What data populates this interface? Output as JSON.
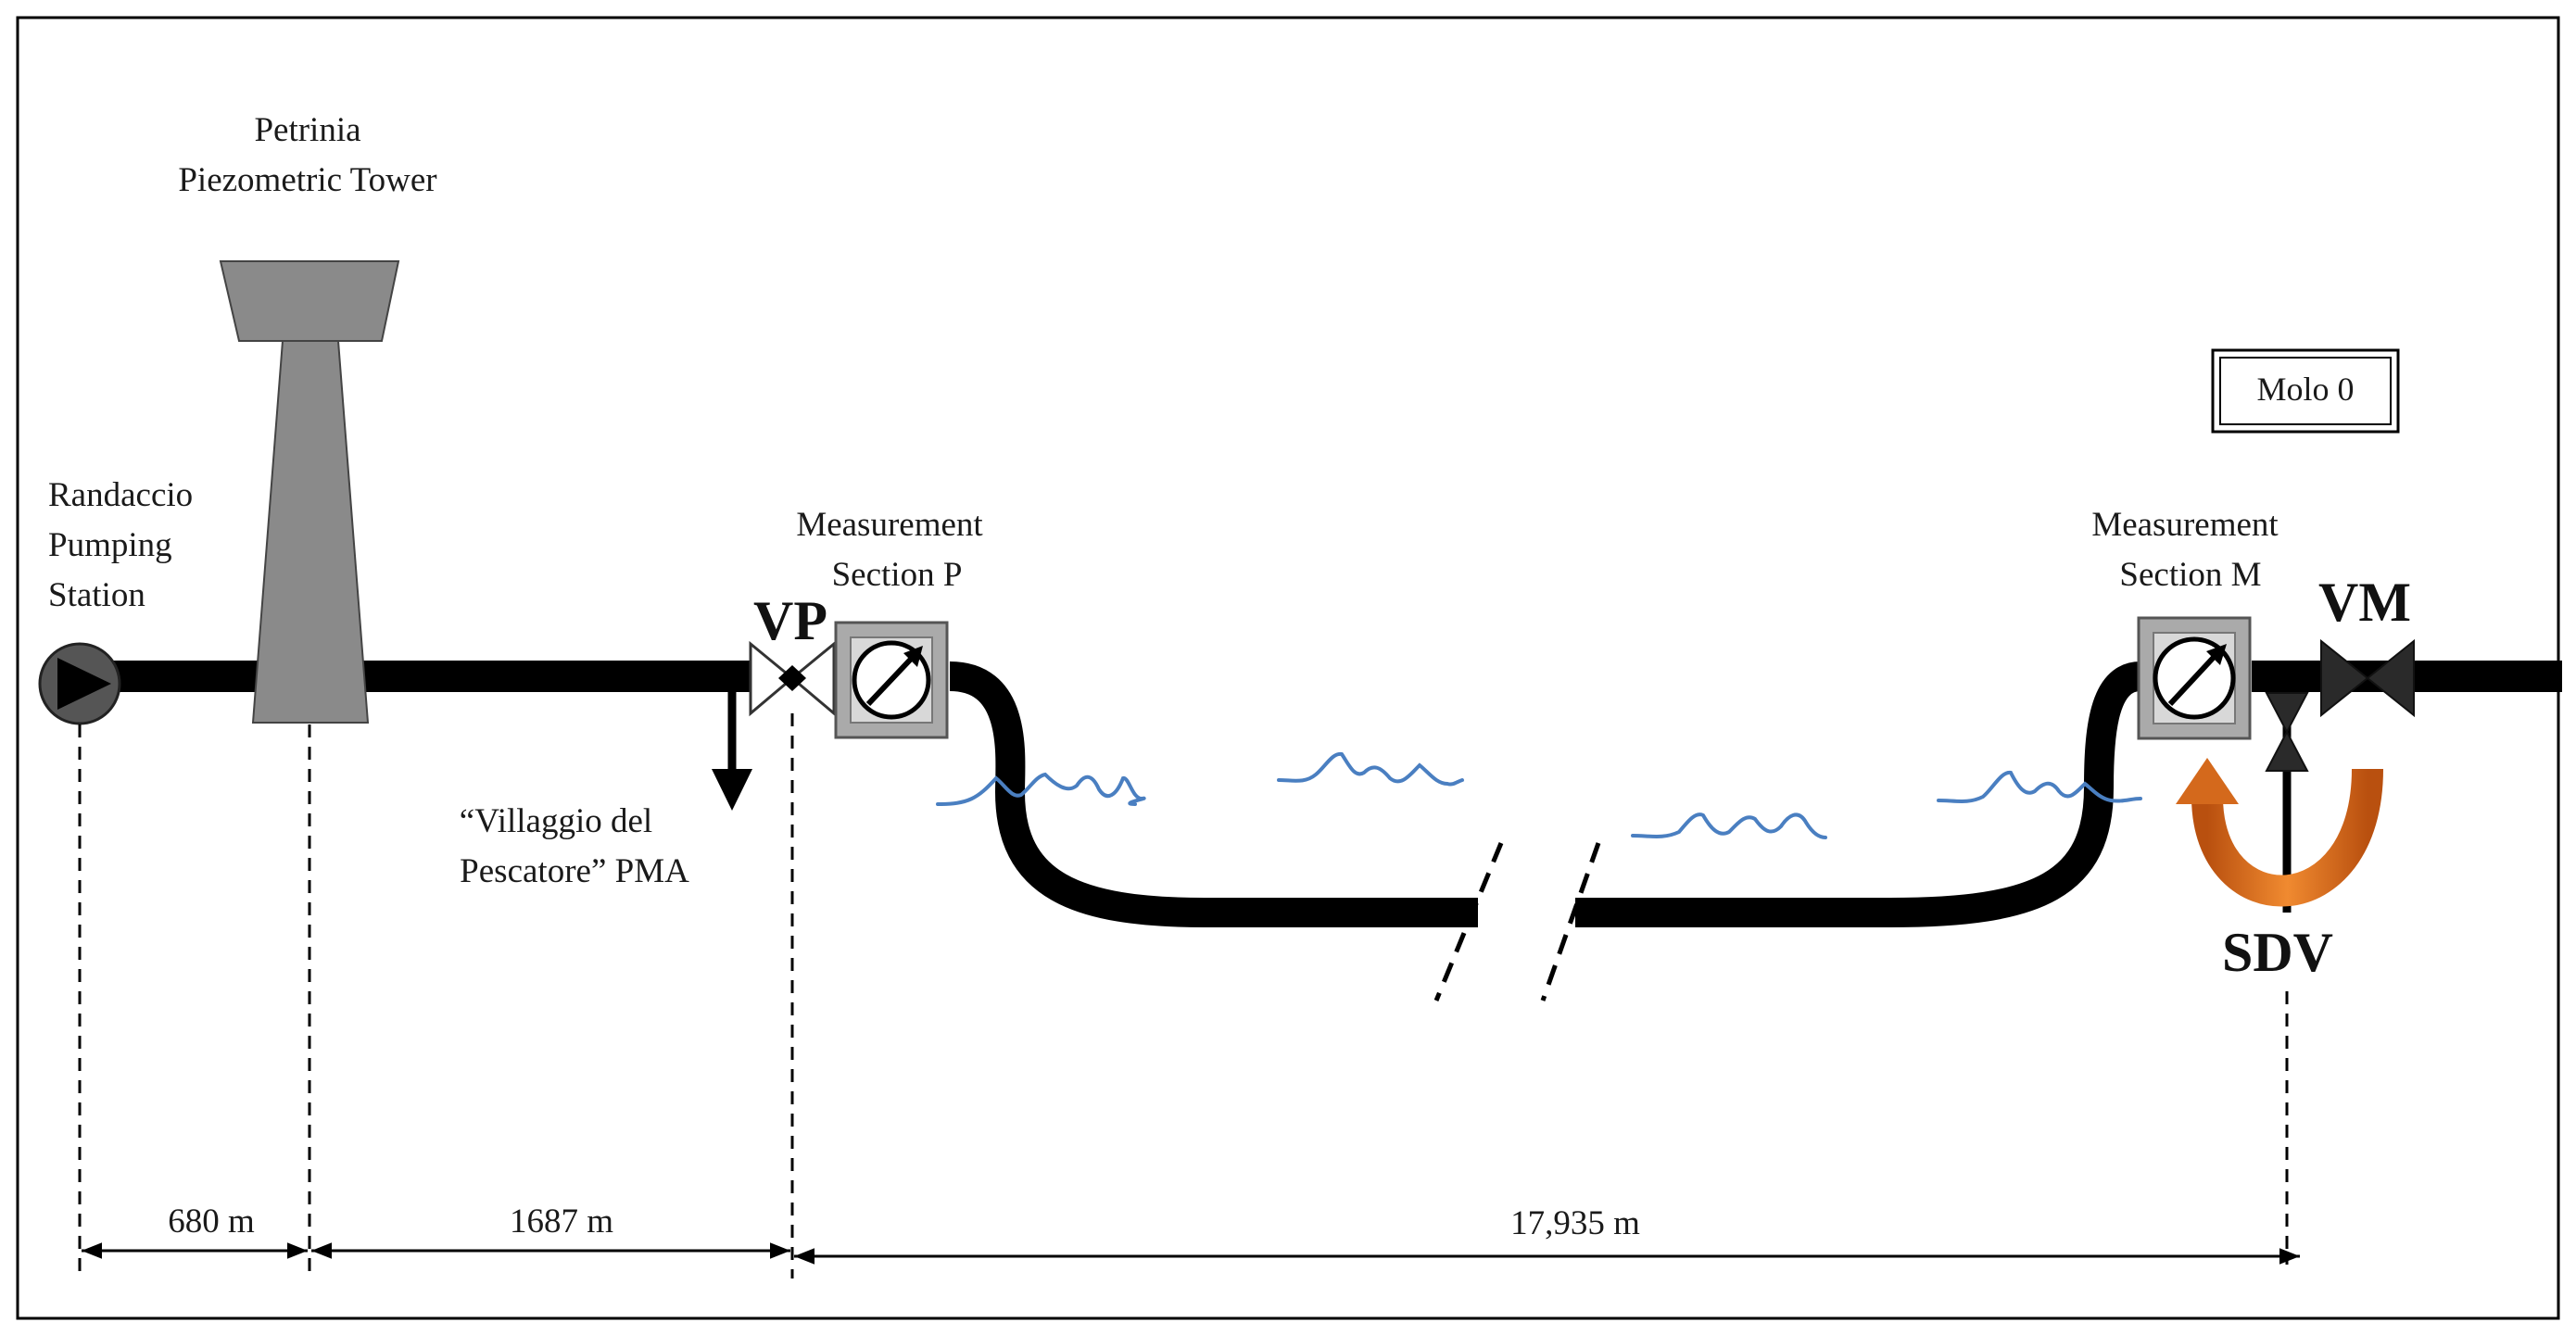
{
  "labels": {
    "tower_line1": "Petrinia",
    "tower_line2": "Piezometric Tower",
    "pump_line1": "Randaccio",
    "pump_line2": "Pumping",
    "pump_line3": "Station",
    "branch_line1": "“Villaggio del",
    "branch_line2": "Pescatore” PMA",
    "meas_p_line1": "Measurement",
    "meas_p_line2": "Section P",
    "meas_m_line1": "Measurement",
    "meas_m_line2": "Section M",
    "vp": "VP",
    "vm": "VM",
    "sdv": "SDV",
    "molo": "Molo 0"
  },
  "distances": {
    "d1": "680 m",
    "d2": "1687 m",
    "d3": "17,935 m"
  },
  "colors": {
    "pipe": "#000000",
    "tower": "#8c8c8c",
    "water": "#4a7fc1",
    "arrow": "#e07020",
    "valve_dark": "#2a2a2a",
    "gauge_box": "#a9a9a9"
  }
}
